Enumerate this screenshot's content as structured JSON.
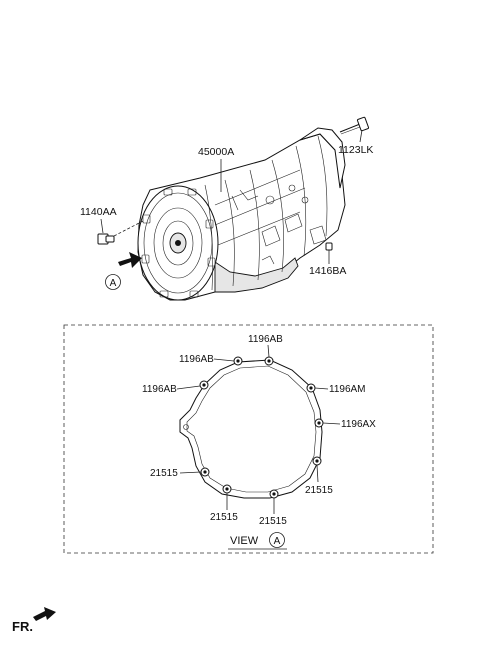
{
  "labels": {
    "transmission": "45000A",
    "bolt_top": "1123LK",
    "bolt_left": "1140AA",
    "plug": "1416BA",
    "ref_a": "A",
    "g_top": "1196AB",
    "g_top_left": "1196AB",
    "g_left": "1196AB",
    "g_right_top": "1196AM",
    "g_right_mid": "1196AX",
    "g_left_low": "21515",
    "g_right_low": "21515",
    "g_bottom_left": "21515",
    "g_bottom_right": "21515",
    "view": "VIEW",
    "view_ref": "A",
    "front": "FR."
  }
}
